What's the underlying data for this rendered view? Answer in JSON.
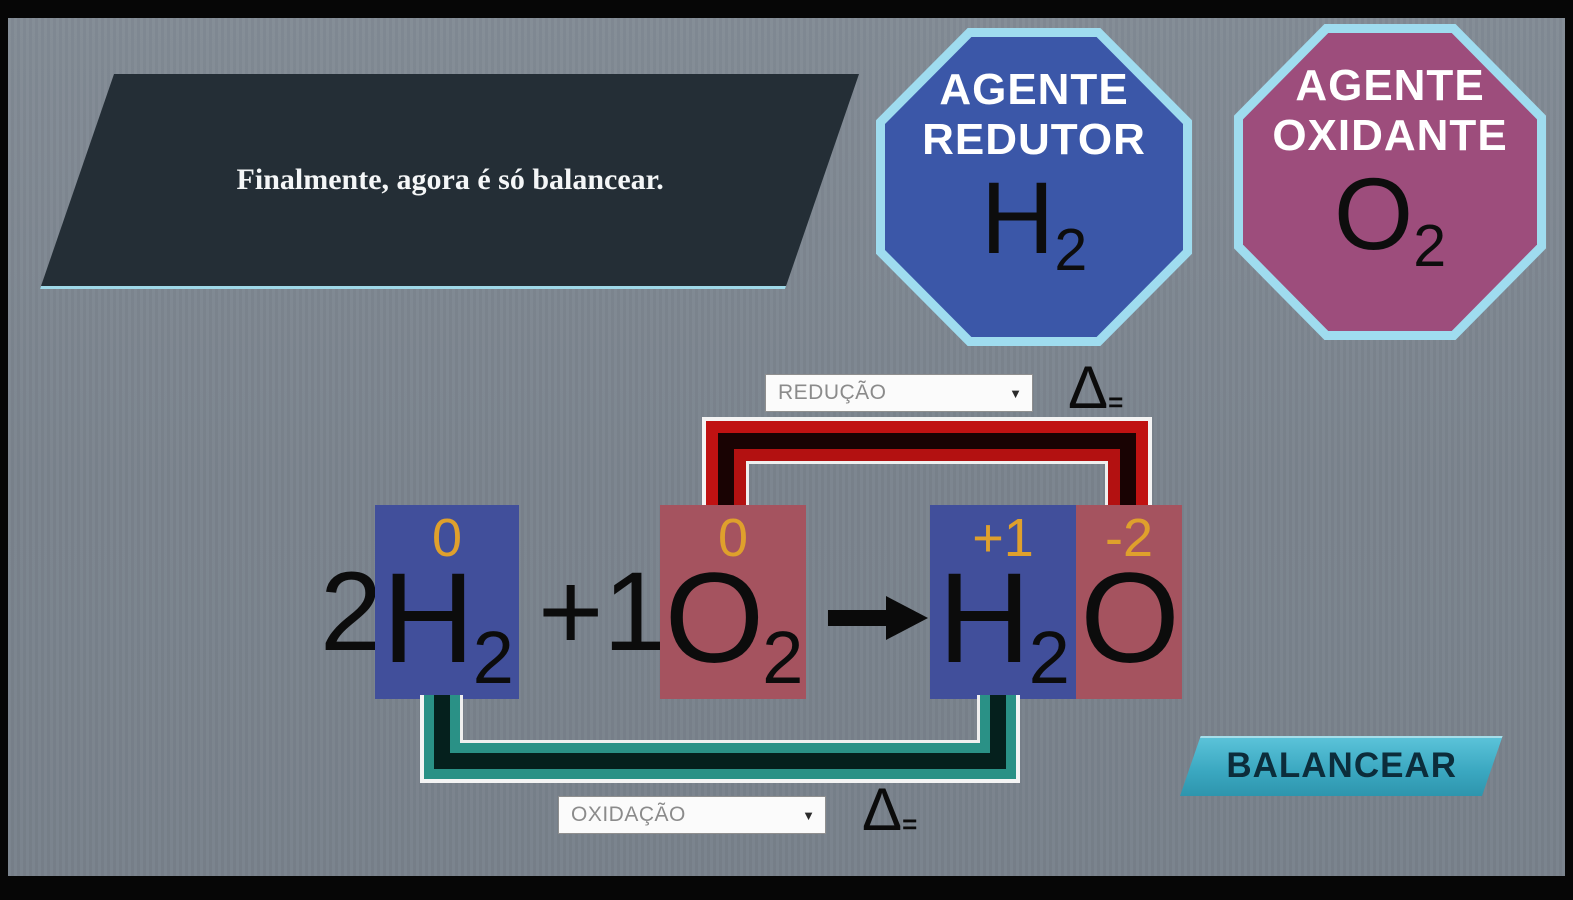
{
  "message_panel": {
    "text": "Finalmente, agora é só balancear."
  },
  "agents": {
    "reducer": {
      "line1": "AGENTE",
      "line2": "REDUTOR",
      "element": "H",
      "subscript": "2"
    },
    "oxidizer": {
      "line1": "AGENTE",
      "line2": "OXIDANTE",
      "element": "O",
      "subscript": "2"
    }
  },
  "equation": {
    "coefficient_1": "2",
    "reactant_1": {
      "oxidation_state": "0",
      "element": "H",
      "subscript": "2"
    },
    "operator": "+",
    "coefficient_2": "1",
    "reactant_2": {
      "oxidation_state": "0",
      "element": "O",
      "subscript": "2"
    },
    "arrow": "→",
    "product_part_1": {
      "oxidation_state": "+1",
      "element": "H",
      "subscript": "2"
    },
    "product_part_2": {
      "oxidation_state": "-2",
      "element": "O"
    }
  },
  "reduction": {
    "select_value": "REDUÇÃO",
    "delta": "Δ",
    "equals": "="
  },
  "oxidation": {
    "select_value": "OXIDAÇÃO",
    "delta": "Δ",
    "equals": "="
  },
  "balance_button": {
    "label": "BALANCEAR"
  },
  "colors": {
    "reducing_agent_bg": "#3b57a8",
    "oxidizing_agent_bg": "#9d4d7c",
    "octagon_border": "#9fdcef",
    "h_box_bg": "#414f9b",
    "o_box_bg": "#a5535f",
    "oxidation_number": "#dfa02c",
    "reduction_loop": "#c01212",
    "oxidation_loop": "#2a9186",
    "balance_button_bg": "#3aa7c0"
  }
}
